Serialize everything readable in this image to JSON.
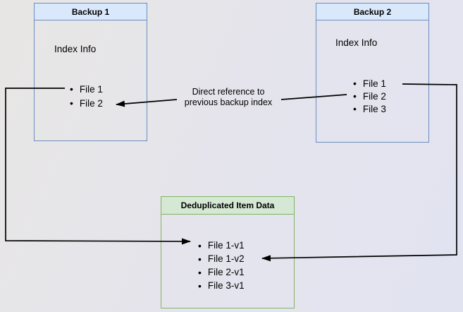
{
  "backup1": {
    "title": "Backup 1",
    "label": "Index Info",
    "files": [
      "File 1",
      "File 2"
    ]
  },
  "backup2": {
    "title": "Backup 2",
    "label": "Index Info",
    "files": [
      "File 1",
      "File 2",
      "File 3"
    ]
  },
  "dedup": {
    "title": "Deduplicated Item Data",
    "files": [
      "File 1-v1",
      "File 1-v2",
      "File 2-v1",
      "File 3-v1"
    ]
  },
  "edge_label": {
    "text": "Direct reference to previous backup index"
  },
  "colors": {
    "blue_fill": "#dae8fc",
    "blue_border": "#6c8ebf",
    "green_fill": "#d5e8d4",
    "green_border": "#82b366",
    "arrow": "#000000",
    "bg_top_left": "#e8e6e4",
    "bg_right": "#e4e4ee",
    "bg_bottom_right": "#e2e3f0"
  }
}
